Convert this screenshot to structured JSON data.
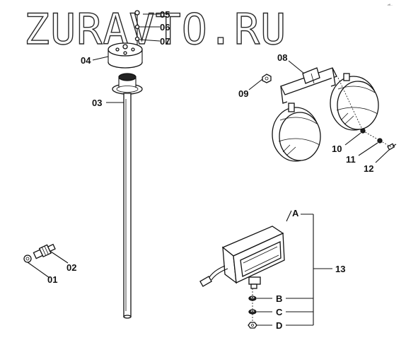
{
  "watermark": "ZURAVTO.RU",
  "corner_mark": "zfl...",
  "callouts": {
    "c01": "01",
    "c02": "02",
    "c03": "03",
    "c04": "04",
    "c05": "05",
    "c06": "06",
    "c07": "07",
    "c08": "08",
    "c09": "09",
    "c10": "10",
    "c11": "11",
    "c12": "12",
    "c13": "13",
    "cA": "A",
    "cB": "B",
    "cC": "C",
    "cD": "D"
  }
}
